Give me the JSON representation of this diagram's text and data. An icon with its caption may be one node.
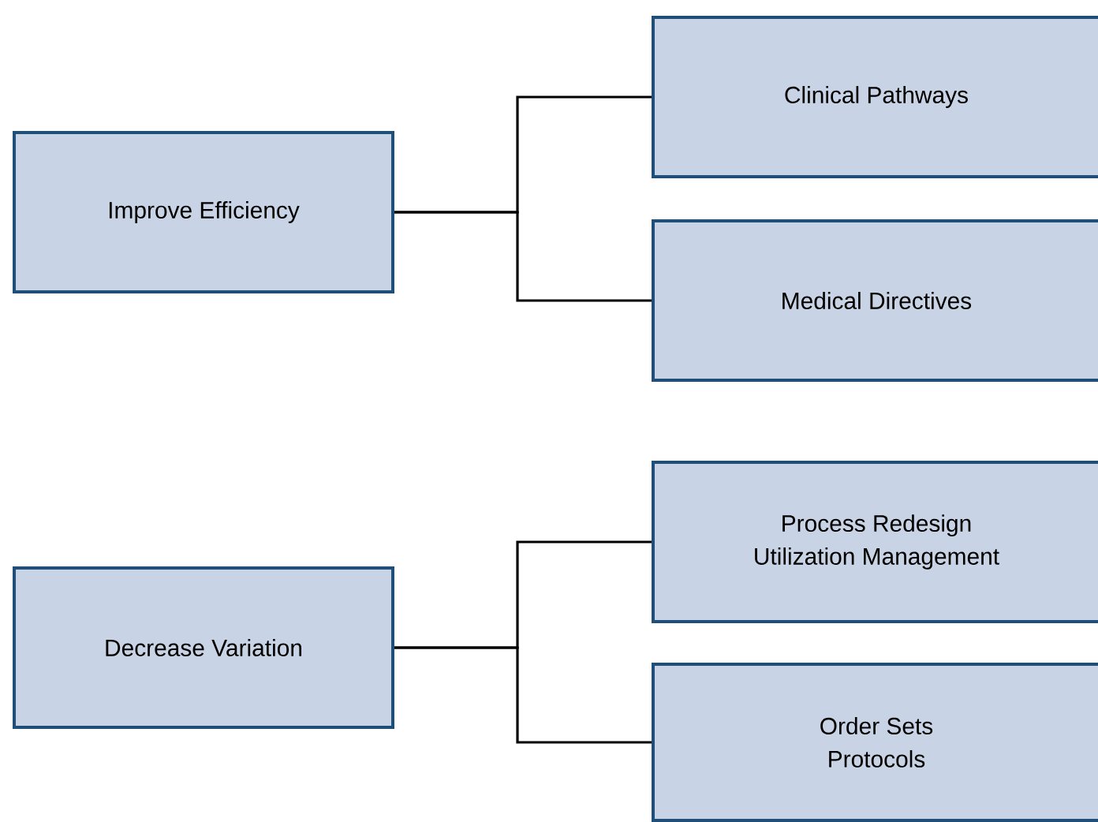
{
  "diagram": {
    "nodes": [
      {
        "text": [
          "Improve Efficiency"
        ]
      },
      {
        "text": [
          "Clinical Pathways"
        ]
      },
      {
        "text": [
          "Medical Directives"
        ]
      },
      {
        "text": [
          "Decrease Variation"
        ]
      },
      {
        "text": [
          "Process Redesign",
          "Utilization Management"
        ]
      },
      {
        "text": [
          "Order Sets",
          "Protocols"
        ]
      }
    ],
    "edges": [
      {
        "from": 0,
        "to": 1,
        "arrow": "none"
      },
      {
        "from": 0,
        "to": 2,
        "arrow": "none"
      },
      {
        "from": 3,
        "to": 4,
        "arrow": "none"
      },
      {
        "from": 3,
        "to": 5,
        "arrow": "none"
      }
    ]
  }
}
